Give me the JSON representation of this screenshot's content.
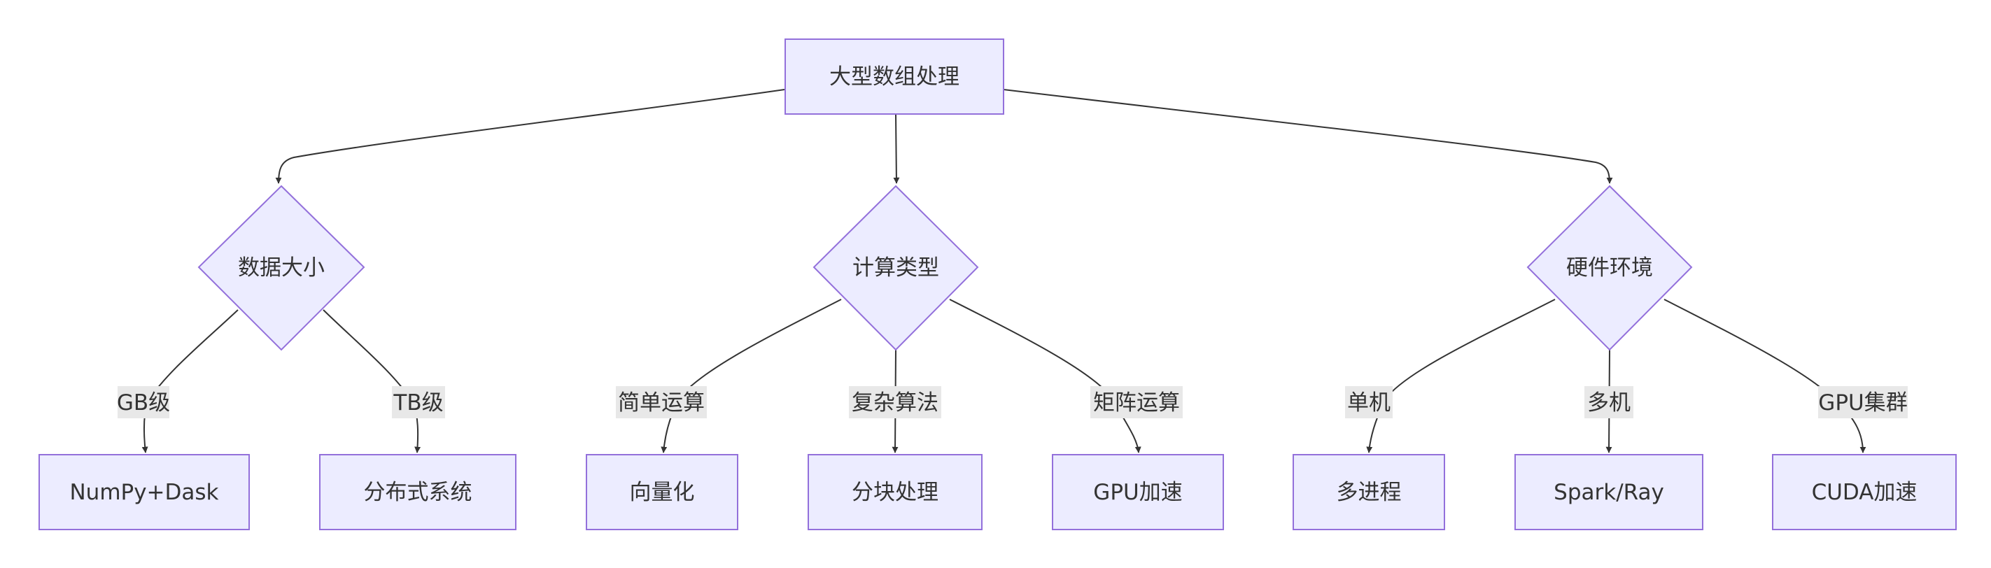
{
  "diagram": {
    "root": {
      "label": "大型数组处理"
    },
    "decisions": [
      {
        "label": "数据大小"
      },
      {
        "label": "计算类型"
      },
      {
        "label": "硬件环境"
      }
    ],
    "leaves": [
      {
        "label": "NumPy+Dask",
        "edge_label": "GB级"
      },
      {
        "label": "分布式系统",
        "edge_label": "TB级"
      },
      {
        "label": "向量化",
        "edge_label": "简单运算"
      },
      {
        "label": "分块处理",
        "edge_label": "复杂算法"
      },
      {
        "label": "GPU加速",
        "edge_label": "矩阵运算"
      },
      {
        "label": "多进程",
        "edge_label": "单机"
      },
      {
        "label": "Spark/Ray",
        "edge_label": "多机"
      },
      {
        "label": "CUDA加速",
        "edge_label": "GPU集群"
      }
    ],
    "colors": {
      "node_fill": "#ECECFF",
      "node_stroke": "#9370DB",
      "edge": "#333333",
      "label_bg": "#E8E8E8"
    }
  }
}
